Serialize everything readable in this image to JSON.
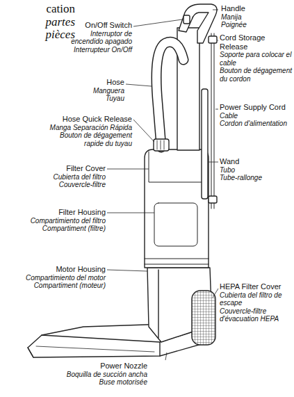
{
  "diagram": {
    "labels": [
      "cation",
      "partes",
      "pièces",
      "On/Off Switch",
      "Interruptor de encendido apagado",
      "Interrupteur On/Off",
      "Handle",
      "Manija",
      "Poignée",
      "Cord Storage Release",
      "Soporte para colocar el cable",
      "Bouton de dégagement du cordon",
      "Hose",
      "Manguera",
      "Tuyau",
      "Hose Quick Release",
      "Manga Separación Rápida",
      "Bouton de dégagement rapide du tuyau",
      "Power Supply Cord",
      "Cable",
      "Cordon d'alimentation",
      "Filter Cover",
      "Cubierta del filtro",
      "Couvercle-filtre",
      "Wand",
      "Tubo",
      "Tube-rallonge",
      "Filter Housing",
      "Compartimiento del filtro",
      "Compartiment (filtre)",
      "Motor Housing",
      "Compartimiento del motor",
      "Compartiment (moteur)",
      "HEPA Filter Cover",
      "Cubierta del filtro de escape",
      "Couvercle-filtre d'évacuation HEPA",
      "Power Nozzle",
      "Boquilla de succión ancha",
      "Buse motorisée"
    ]
  }
}
